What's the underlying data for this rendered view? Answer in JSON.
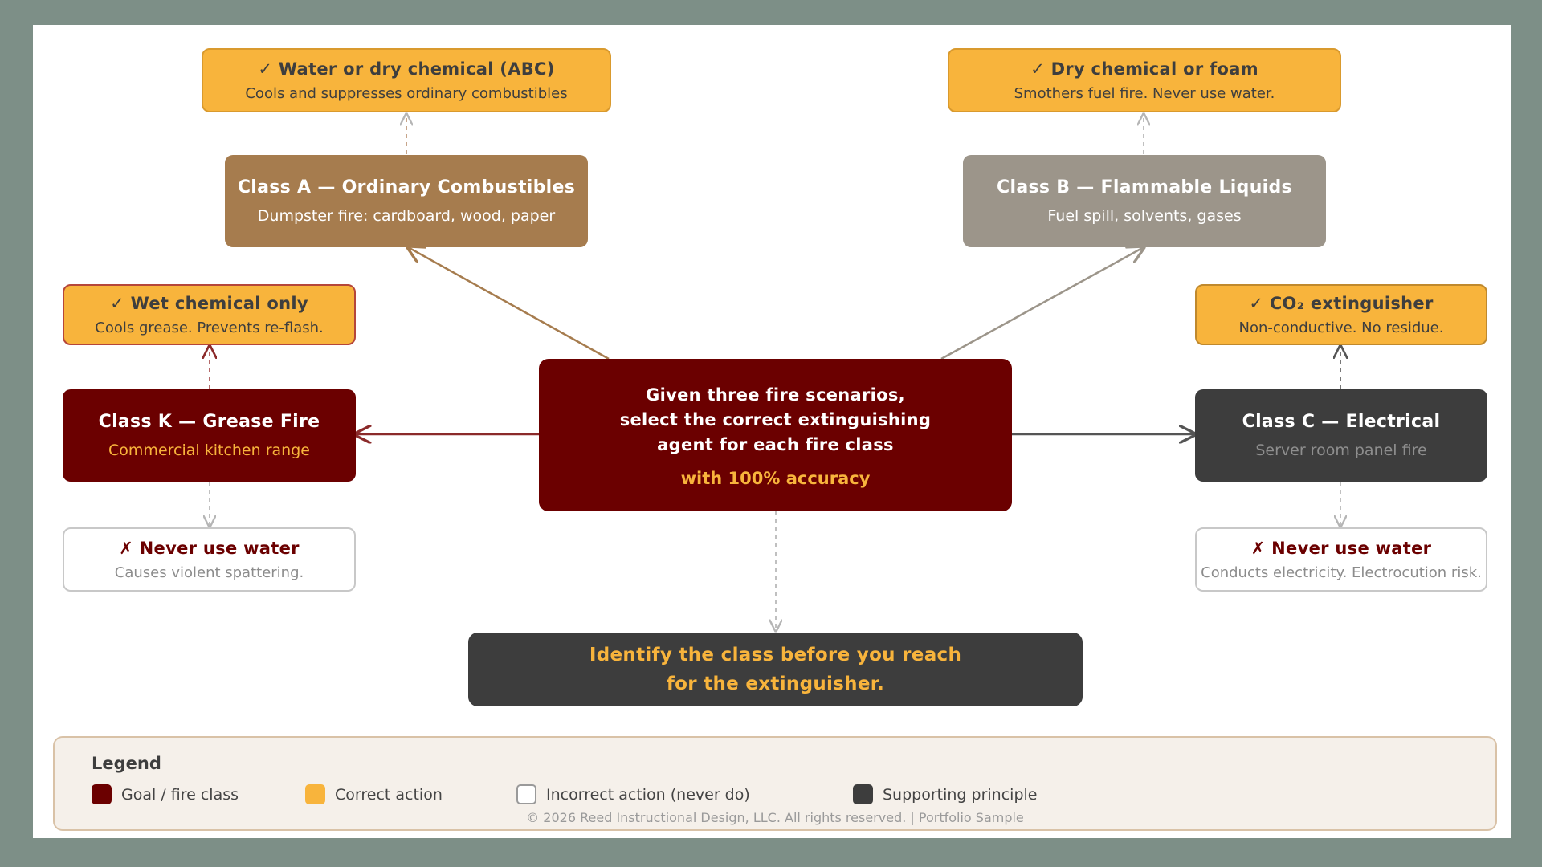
{
  "diagram": {
    "class_a": {
      "title": "Class A — Ordinary Combustibles",
      "subtitle": "Dumpster fire: cardboard, wood, paper"
    },
    "class_b": {
      "title": "Class B — Flammable Liquids",
      "subtitle": "Fuel spill, solvents, gases"
    },
    "class_k": {
      "title": "Class K — Grease Fire",
      "subtitle": "Commercial kitchen range"
    },
    "class_c": {
      "title": "Class C — Electrical",
      "subtitle": "Server room panel fire"
    },
    "action_a": {
      "title": "✓ Water or dry chemical (ABC)",
      "subtitle": "Cools and suppresses ordinary combustibles"
    },
    "action_b": {
      "title": "✓ Dry chemical or foam",
      "subtitle": "Smothers fuel fire. Never use water."
    },
    "action_k": {
      "title": "✓ Wet chemical only",
      "subtitle": "Cools grease. Prevents re-flash."
    },
    "action_c": {
      "title": "✓ CO₂ extinguisher",
      "subtitle": "Non-conductive. No residue."
    },
    "never_k": {
      "title": "✗ Never use water",
      "subtitle": "Causes violent spattering."
    },
    "never_c": {
      "title": "✗ Never use water",
      "subtitle": "Conducts electricity. Electrocution risk."
    },
    "goal": {
      "line1": "Given three fire scenarios,",
      "line2": "select the correct extinguishing",
      "line3": "agent for each fire class",
      "accuracy": "with 100% accuracy"
    },
    "principle": {
      "line1": "Identify the class before you reach",
      "line2": "for the extinguisher."
    }
  },
  "legend": {
    "title": "Legend",
    "items": [
      {
        "label": "Goal / fire class",
        "color": "#6b0000"
      },
      {
        "label": "Correct action",
        "color": "#f8b43c"
      },
      {
        "label": "Incorrect action (never do)",
        "color": "#ffffff"
      },
      {
        "label": "Supporting principle",
        "color": "#3d3d3d"
      }
    ],
    "copyright": "© 2026 Reed Instructional Design, LLC. All rights reserved. | Portfolio Sample"
  },
  "colors": {
    "background": "#7d8f87",
    "goal": "#6b0000",
    "action": "#f8b43c",
    "class_a": "#a67c4e",
    "class_b": "#9c958a",
    "principle": "#3d3d3d"
  }
}
